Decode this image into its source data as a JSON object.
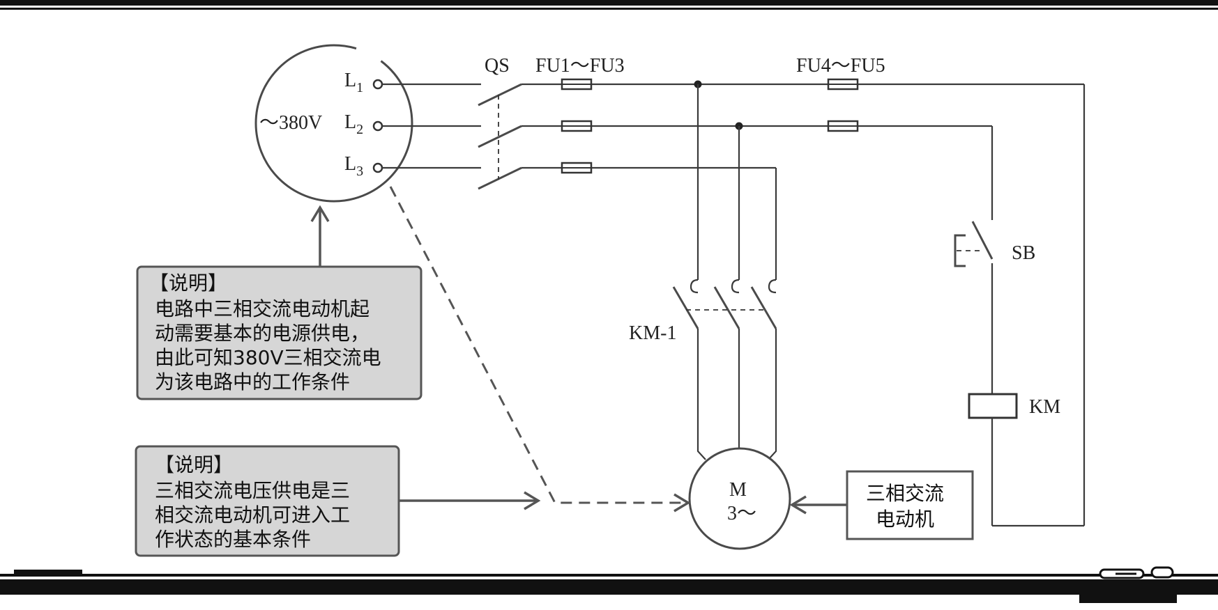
{
  "source": {
    "voltage": "～380V",
    "terminals": [
      {
        "letter": "L",
        "index": "1"
      },
      {
        "letter": "L",
        "index": "2"
      },
      {
        "letter": "L",
        "index": "3"
      }
    ]
  },
  "components": {
    "qs": "QS",
    "fu_main": "FU1～FU3",
    "fu_control": "FU4～FU5",
    "km_contact": "KM-1",
    "sb": "SB",
    "km_coil": "KM",
    "motor_line1": "M",
    "motor_line2": "3～"
  },
  "notes": {
    "note1": {
      "title": "【说明】",
      "lines": [
        "电路中三相交流电动机起",
        "动需要基本的电源供电，",
        "由此可知380V三相交流电",
        "为该电路中的工作条件"
      ]
    },
    "note2": {
      "title": "【说明】",
      "lines": [
        "三相交流电压供电是三",
        "相交流电动机可进入工",
        "作状态的基本条件"
      ]
    },
    "motor_label": {
      "lines": [
        "三相交流",
        "电动机"
      ]
    }
  },
  "colors": {
    "note_fill": "#d6d6d6",
    "frame": "#555555",
    "wire": "#3a3a3a"
  }
}
